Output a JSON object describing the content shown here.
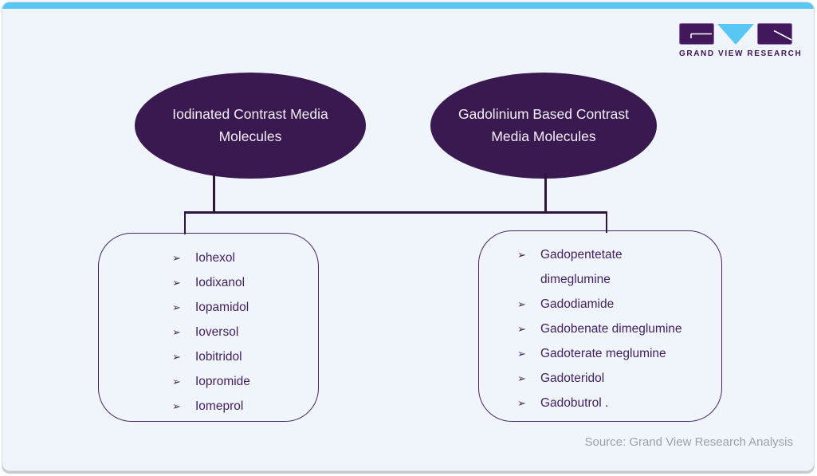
{
  "page": {
    "card_background": "#eff5fa",
    "top_bar_color": "#58c7f3",
    "shadow_color": "#c7ccd0"
  },
  "logo": {
    "name": "GRAND VIEW RESEARCH",
    "brand_purple": "#42175c",
    "brand_blue": "#58c7f3"
  },
  "diagram": {
    "bullet": "➢",
    "node_fill": "#39194f",
    "node_text_color": "#f3eef8",
    "connector_color": "#2f1440",
    "box_border_color": "#472566",
    "list_text_color": "#43215f",
    "nodes": [
      {
        "label": "Iodinated Contrast Media Molecules"
      },
      {
        "label": "Gadolinium Based Contrast Media Molecules"
      }
    ],
    "lists": [
      {
        "items": [
          "Iohexol",
          "Iodixanol",
          "Iopamidol",
          "Ioversol",
          "Iobitridol",
          "Iopromide",
          "Iomeprol"
        ]
      },
      {
        "items": [
          "Gadopentetate\ndimeglumine",
          "Gadodiamide",
          "Gadobenate dimeglumine",
          "Gadoterate meglumine",
          "Gadoteridol",
          "Gadobutrol ."
        ]
      }
    ]
  },
  "footer": {
    "source": "Source: Grand View Research Analysis",
    "color": "#9ca3a8"
  }
}
